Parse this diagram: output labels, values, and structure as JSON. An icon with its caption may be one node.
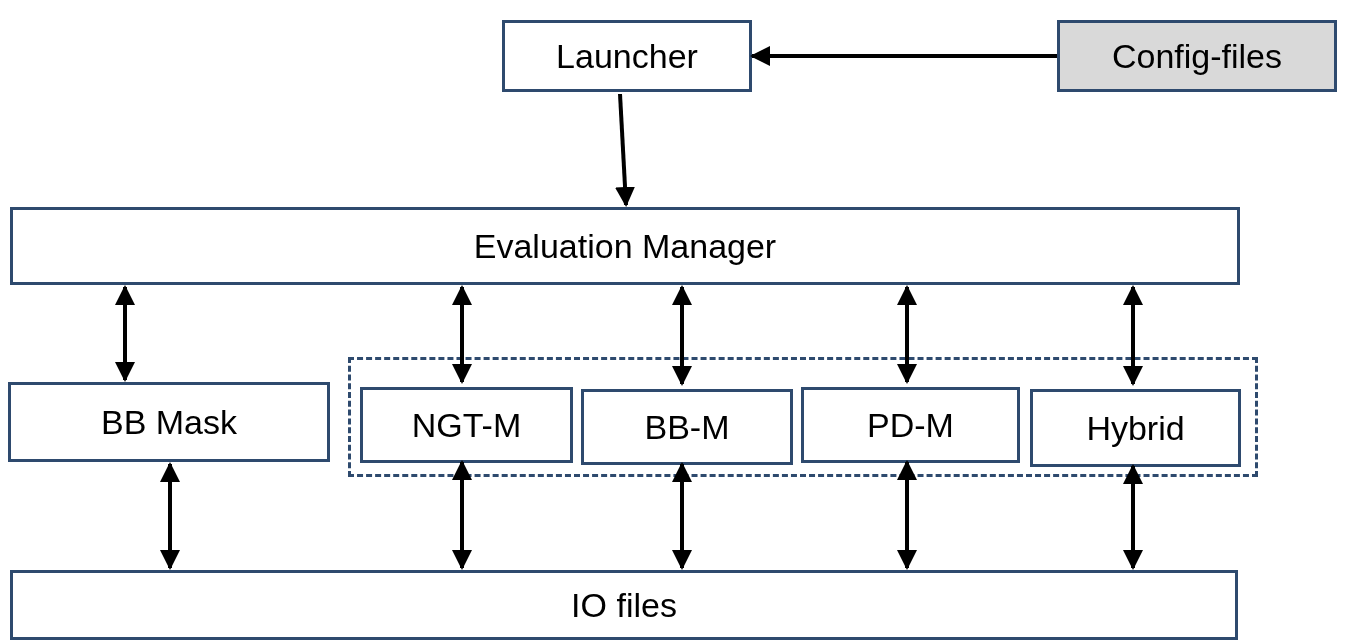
{
  "diagram": {
    "nodes": [
      {
        "text": [
          "Launcher"
        ]
      },
      {
        "text": [
          "Config-files"
        ]
      },
      {
        "text": [
          "Evaluation Manager"
        ]
      },
      {
        "text": [
          "BB Mask"
        ]
      },
      {
        "text": [],
        "shape": "box"
      },
      {
        "text": [
          "NGT-M"
        ],
        "in": 4
      },
      {
        "text": [
          "BB-M"
        ],
        "in": 4
      },
      {
        "text": [
          "PD-M"
        ],
        "in": 4
      },
      {
        "text": [
          "Hybrid"
        ],
        "in": 4
      },
      {
        "text": [
          "IO files"
        ]
      }
    ],
    "edges": [
      {
        "from": 1,
        "to": 0,
        "arrow": "to"
      },
      {
        "from": 0,
        "to": 2,
        "arrow": "to"
      },
      {
        "from": 2,
        "to": 3,
        "arrow": "both"
      },
      {
        "from": 2,
        "to": 5,
        "arrow": "both"
      },
      {
        "from": 2,
        "to": 6,
        "arrow": "both"
      },
      {
        "from": 2,
        "to": 7,
        "arrow": "both"
      },
      {
        "from": 2,
        "to": 8,
        "arrow": "both"
      },
      {
        "from": 3,
        "to": 9,
        "arrow": "both"
      },
      {
        "from": 5,
        "to": 9,
        "arrow": "both"
      },
      {
        "from": 6,
        "to": 9,
        "arrow": "both"
      },
      {
        "from": 7,
        "to": 9,
        "arrow": "both"
      },
      {
        "from": 8,
        "to": 9,
        "arrow": "both"
      }
    ]
  }
}
